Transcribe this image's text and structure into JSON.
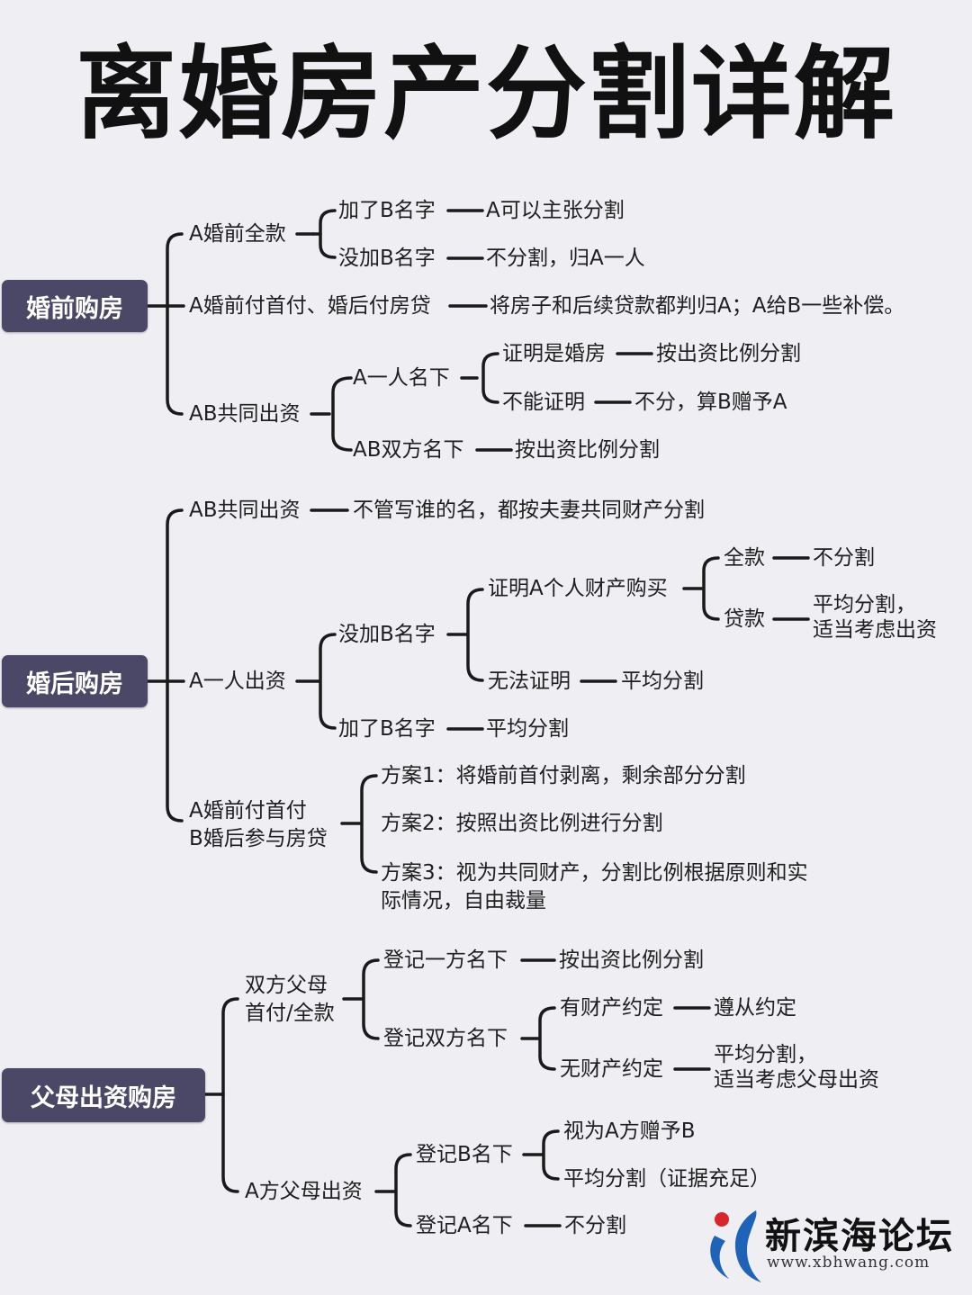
{
  "title": "离婚房产分割详解",
  "categories": [
    {
      "label": "婚前购房"
    },
    {
      "label": "婚后购房"
    },
    {
      "label": "父母出资购房"
    }
  ],
  "nodes": {
    "s1_a": "A婚前全款",
    "s1_a1": "加了B名字",
    "s1_a1r": "A可以主张分割",
    "s1_a2": "没加B名字",
    "s1_a2r": "不分割，归A一人",
    "s1_b": "A婚前付首付、婚后付房贷",
    "s1_br": "将房子和后续贷款都判归A；A给B一些补偿。",
    "s1_c": "AB共同出资",
    "s1_c1": "A一人名下",
    "s1_c1a": "证明是婚房",
    "s1_c1ar": "按出资比例分割",
    "s1_c1b": "不能证明",
    "s1_c1br": "不分，算B赠予A",
    "s1_c2": "AB双方名下",
    "s1_c2r": "按出资比例分割",
    "s2_a": "AB共同出资",
    "s2_ar": "不管写谁的名，都按夫妻共同财产分割",
    "s2_b": "A一人出资",
    "s2_b1": "没加B名字",
    "s2_b1a": "证明A个人财产购买",
    "s2_b1a1": "全款",
    "s2_b1a1r": "不分割",
    "s2_b1a2": "贷款",
    "s2_b1a2r": "平均分割，\n适当考虑出资",
    "s2_b1b": "无法证明",
    "s2_b1br": "平均分割",
    "s2_b2": "加了B名字",
    "s2_b2r": "平均分割",
    "s2_c": "A婚前付首付\nB婚后参与房贷",
    "s2_c1": "方案1：将婚前首付剥离，剩余部分分割",
    "s2_c2": "方案2：按照出资比例进行分割",
    "s2_c3": "方案3：视为共同财产，分割比例根据原则和实际情况，自由裁量",
    "s3_a": "双方父母\n首付/全款",
    "s3_a1": "登记一方名下",
    "s3_a1r": "按出资比例分割",
    "s3_a2": "登记双方名下",
    "s3_a2a": "有财产约定",
    "s3_a2ar": "遵从约定",
    "s3_a2b": "无财产约定",
    "s3_a2br": "平均分割，\n适当考虑父母出资",
    "s3_b": "A方父母出资",
    "s3_b1": "登记B名下",
    "s3_b1a": "视为A方赠予B",
    "s3_b1b": "平均分割（证据充足）",
    "s3_b2": "登记A名下",
    "s3_b2r": "不分割"
  },
  "watermark": {
    "name": "新滨海论坛",
    "url": "www.xbhwang.com"
  }
}
